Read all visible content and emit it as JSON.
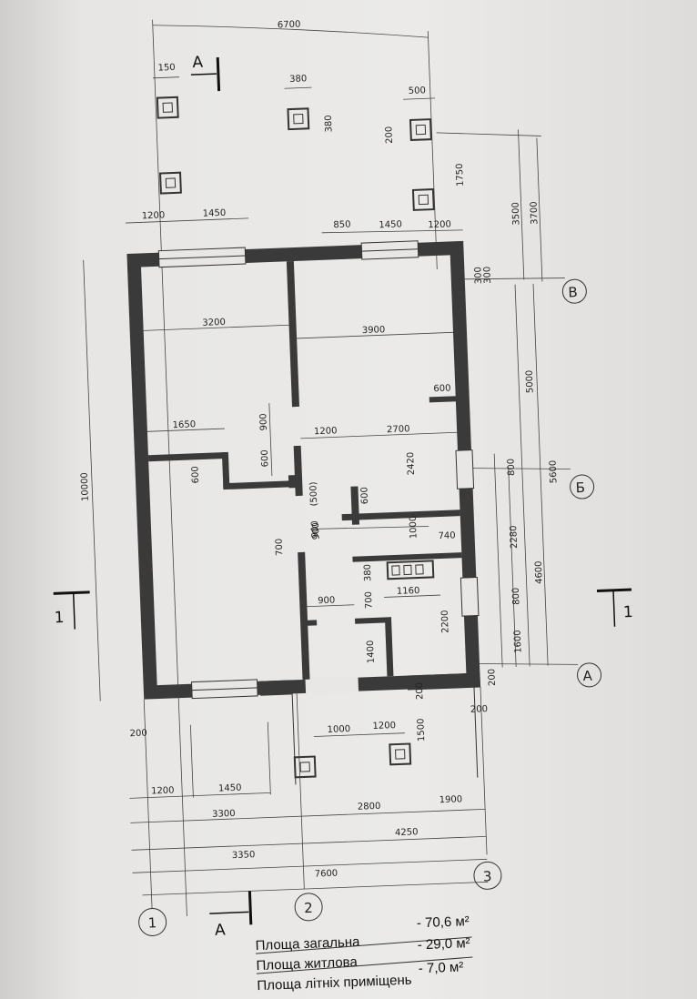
{
  "plan": {
    "top_dims": [
      "6700",
      "150",
      "380",
      "500",
      "380",
      "200",
      "1750",
      "1200",
      "1450",
      "850",
      "1450",
      "1200",
      "3500",
      "3700",
      "300",
      "300"
    ],
    "room_dims": [
      "3200",
      "3900",
      "1650",
      "900",
      "600",
      "1200",
      "2700",
      "600",
      "600",
      "2420",
      "900",
      "(500)",
      "600",
      "800",
      "5600",
      "700",
      "900",
      "1000",
      "740",
      "2280",
      "4600",
      "380",
      "900",
      "700",
      "1160",
      "5000",
      "800",
      "2200",
      "1400",
      "1600"
    ],
    "side_dims": [
      "10000",
      "200",
      "200",
      "200",
      "200",
      "1000",
      "1200",
      "1500"
    ],
    "bottom_dims": [
      "1200",
      "1450",
      "3300",
      "2800",
      "1900",
      "4250",
      "3350",
      "7600"
    ],
    "axes": {
      "a1": "1",
      "a2": "2",
      "a3": "3",
      "aA": "А",
      "aB": "Б",
      "aV": "В"
    },
    "section_marks": {
      "top": "А",
      "bottom": "А",
      "left": "1",
      "right": "1"
    }
  },
  "areas": [
    {
      "label": "Площа загальна",
      "value": "- 70,6 м²"
    },
    {
      "label": "Площа житлова",
      "value": "- 29,0 м²"
    },
    {
      "label": "Площа літніх приміщень",
      "value": "- 7,0 м²"
    }
  ]
}
